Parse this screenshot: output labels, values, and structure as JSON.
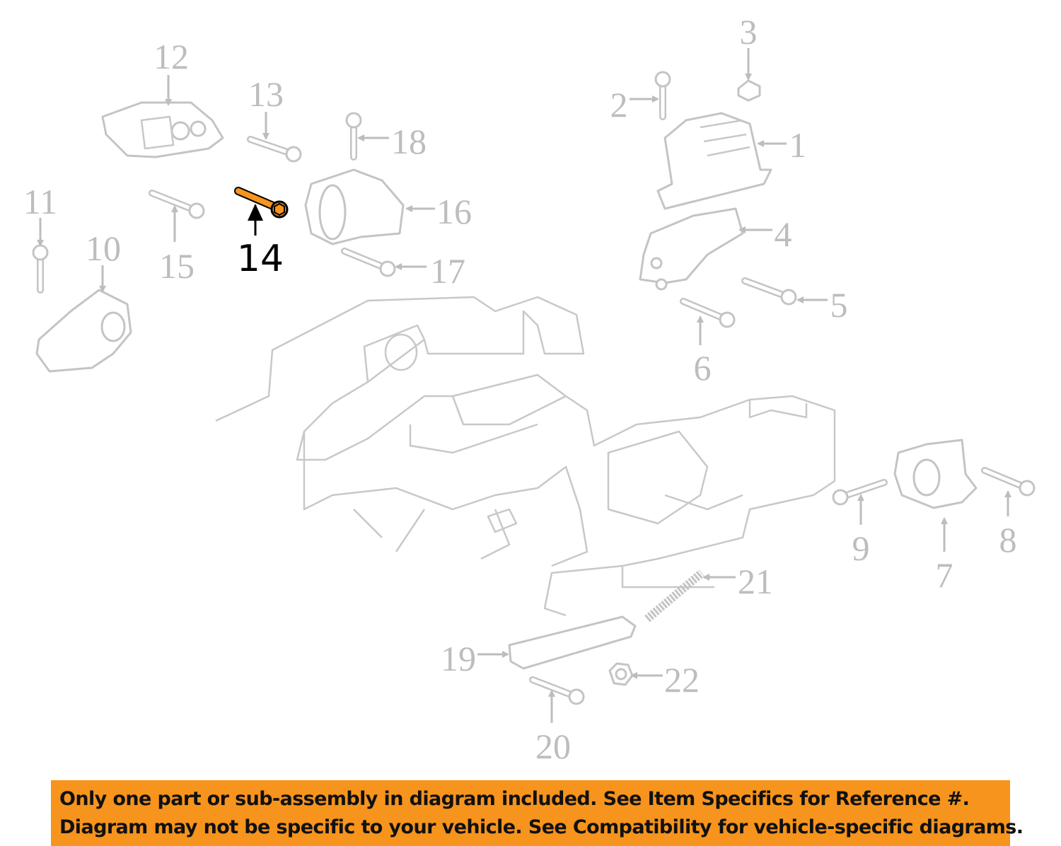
{
  "diagram": {
    "highlighted_part": "14",
    "highlight_color": "#f7941d",
    "callouts": [
      "1",
      "2",
      "3",
      "4",
      "5",
      "6",
      "7",
      "8",
      "9",
      "10",
      "11",
      "12",
      "13",
      "14",
      "15",
      "16",
      "17",
      "18",
      "19",
      "20",
      "21",
      "22"
    ]
  },
  "banner": {
    "line1": "Only one part or sub-assembly in diagram included. See Item Specifics for Reference #.",
    "line2": "Diagram may not be specific to your vehicle. See Compatibility for vehicle-specific diagrams."
  }
}
